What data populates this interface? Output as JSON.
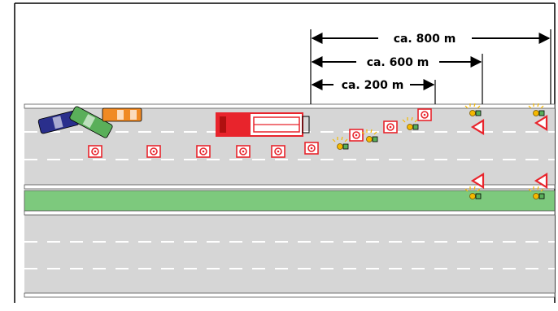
{
  "distance_labels": {
    "d800": "ca. 800 m",
    "d600": "ca. 600 m",
    "d200": "ca. 200 m"
  },
  "colors": {
    "frame": "#000000",
    "road": "#d6d6d6",
    "road_edge": "#ffffff",
    "median_grass": "#7dc97d",
    "lane_marking": "#ffffff",
    "cone_red": "#e8242c",
    "warning_light": "#f5b800",
    "fire_truck_red": "#e8242c",
    "car_blue": "#2a2f8c",
    "car_green": "#5aaf5a",
    "car_orange": "#f08a24"
  },
  "icons": {
    "warning_triangle": "warning-triangle-icon",
    "traffic_cone": "traffic-cone-icon",
    "warning_light": "warning-light-icon",
    "fire_truck": "fire-truck-icon",
    "car": "car-icon"
  }
}
